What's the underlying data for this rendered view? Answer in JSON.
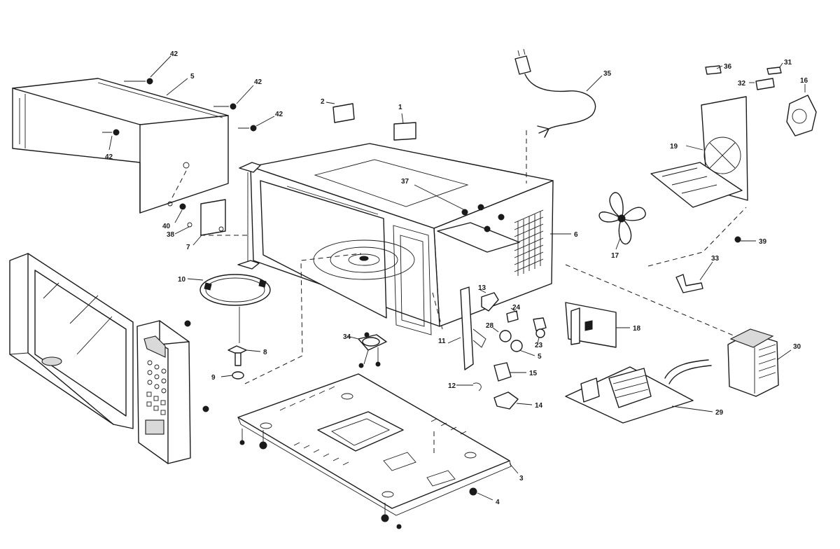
{
  "diagram": {
    "callouts": [
      {
        "id": "c42a",
        "text": "42"
      },
      {
        "id": "c5a",
        "text": "5"
      },
      {
        "id": "c42b",
        "text": "42"
      },
      {
        "id": "c42c",
        "text": "42"
      },
      {
        "id": "c42d",
        "text": "42"
      },
      {
        "id": "c2",
        "text": "2"
      },
      {
        "id": "c1",
        "text": "1"
      },
      {
        "id": "c35",
        "text": "35"
      },
      {
        "id": "c36",
        "text": "36"
      },
      {
        "id": "c31",
        "text": "31"
      },
      {
        "id": "c32",
        "text": "32"
      },
      {
        "id": "c16",
        "text": "16"
      },
      {
        "id": "c19",
        "text": "19"
      },
      {
        "id": "c37",
        "text": "37"
      },
      {
        "id": "c6",
        "text": "6"
      },
      {
        "id": "c40",
        "text": "40"
      },
      {
        "id": "c38",
        "text": "38"
      },
      {
        "id": "c7",
        "text": "7"
      },
      {
        "id": "c39",
        "text": "39"
      },
      {
        "id": "c17",
        "text": "17"
      },
      {
        "id": "c33",
        "text": "33"
      },
      {
        "id": "c10",
        "text": "10"
      },
      {
        "id": "c13",
        "text": "13"
      },
      {
        "id": "c24",
        "text": "24"
      },
      {
        "id": "c28",
        "text": "28"
      },
      {
        "id": "c23",
        "text": "23"
      },
      {
        "id": "c18",
        "text": "18"
      },
      {
        "id": "c5b",
        "text": "5"
      },
      {
        "id": "c11",
        "text": "11"
      },
      {
        "id": "c34",
        "text": "34"
      },
      {
        "id": "c8",
        "text": "8"
      },
      {
        "id": "c9",
        "text": "9"
      },
      {
        "id": "c15",
        "text": "15"
      },
      {
        "id": "c30",
        "text": "30"
      },
      {
        "id": "c12",
        "text": "12"
      },
      {
        "id": "c14",
        "text": "14"
      },
      {
        "id": "c29",
        "text": "29"
      },
      {
        "id": "c3",
        "text": "3"
      },
      {
        "id": "c4",
        "text": "4"
      }
    ]
  }
}
